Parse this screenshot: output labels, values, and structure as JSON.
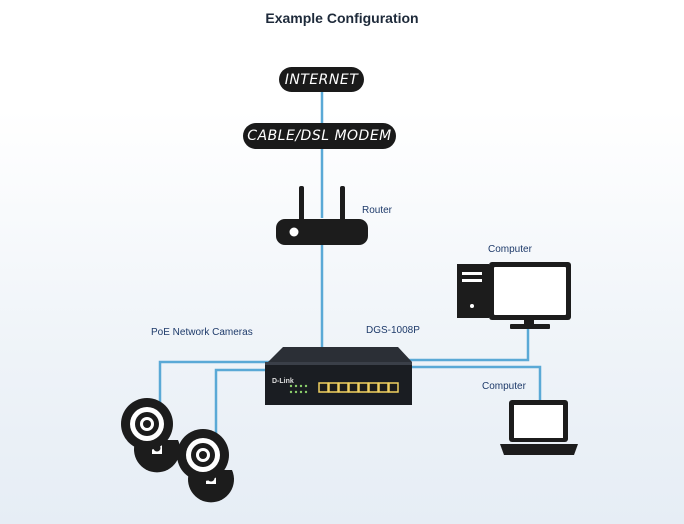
{
  "title": "Example Configuration",
  "nodes": {
    "internet": "INTERNET",
    "modem": "CABLE/DSL MODEM",
    "router": "Router",
    "switch": "DGS-1008P",
    "switch_brand": "D-Link",
    "cameras": "PoE Network Cameras",
    "computer_desktop": "Computer",
    "computer_laptop": "Computer"
  },
  "colors": {
    "cable": "#5aa9d6",
    "pill": "#1a1a1a",
    "label": "#1e3a6a",
    "device": "#1c1c1c",
    "switch_ports": "#f0d060"
  }
}
